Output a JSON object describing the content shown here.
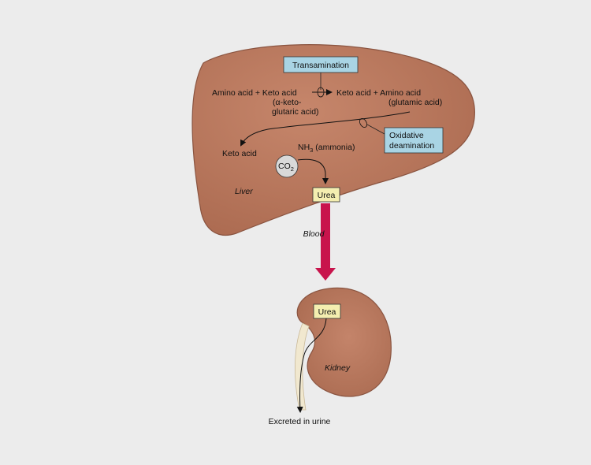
{
  "diagram": {
    "transamination_label": "Transamination",
    "oxidative_line1": "Oxidative",
    "oxidative_line2": "deamination",
    "reaction": {
      "left": "Amino acid + Keto acid",
      "arrow_sub1": "(α-keto-",
      "arrow_sub2": "glutaric acid)",
      "right": "Keto acid + Amino acid",
      "right_sub": "(glutamic acid)"
    },
    "keto_acid": "Keto acid",
    "nh3_prefix": "NH",
    "nh3_sub": "3",
    "nh3_suffix": " (ammonia)",
    "co2_main": "CO",
    "co2_sub": "2",
    "liver_label": "Liver",
    "urea_liver": "Urea",
    "blood_label": "Blood",
    "urea_kidney": "Urea",
    "kidney_label": "Kidney",
    "excreted_label": "Excreted in urine",
    "colors": {
      "organ": "#b9795f",
      "organ_edge": "#8a5440",
      "info_box": "#a9d4e4",
      "urea_box": "#f4eeb0",
      "blood_arrow": "#c8144c",
      "ureter": "#f1e8cf"
    }
  }
}
